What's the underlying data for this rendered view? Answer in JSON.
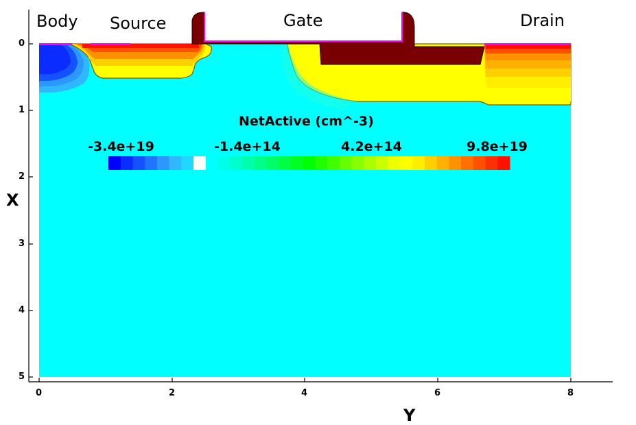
{
  "regions": {
    "body": "Body",
    "source": "Source",
    "gate": "Gate",
    "drain": "Drain"
  },
  "axes": {
    "x_label": "X",
    "y_label": "Y",
    "x_ticks": [
      "0",
      "1",
      "2",
      "3",
      "4",
      "5"
    ],
    "y_ticks": [
      "0",
      "2",
      "4",
      "6",
      "8"
    ]
  },
  "colorbar": {
    "title": "NetActive (cm^-3)",
    "labels": [
      "-3.4e+19",
      "-1.4e+14",
      "4.2e+14",
      "9.8e+19"
    ],
    "colors": [
      "#0000ff",
      "#0a2cff",
      "#1552ff",
      "#2075ff",
      "#2c98ff",
      "#30b8ff",
      "#20d8ff",
      "#ffffff",
      "#00ffff",
      "#00ffe8",
      "#00ffcc",
      "#00ffaa",
      "#00ff88",
      "#00ff66",
      "#00ff44",
      "#00ff22",
      "#00ff00",
      "#20ff00",
      "#40ff00",
      "#66ff00",
      "#88ff00",
      "#aaff00",
      "#ccff00",
      "#eeff00",
      "#ffff00",
      "#ffee00",
      "#ffd000",
      "#ffb000",
      "#ff9000",
      "#ff7000",
      "#ff5000",
      "#ff3000",
      "#ff1000"
    ]
  },
  "colors": {
    "substrate": "#00ffff",
    "poly": "#780000",
    "contact": "#ff00ff",
    "n_plus": "#ffff00"
  }
}
